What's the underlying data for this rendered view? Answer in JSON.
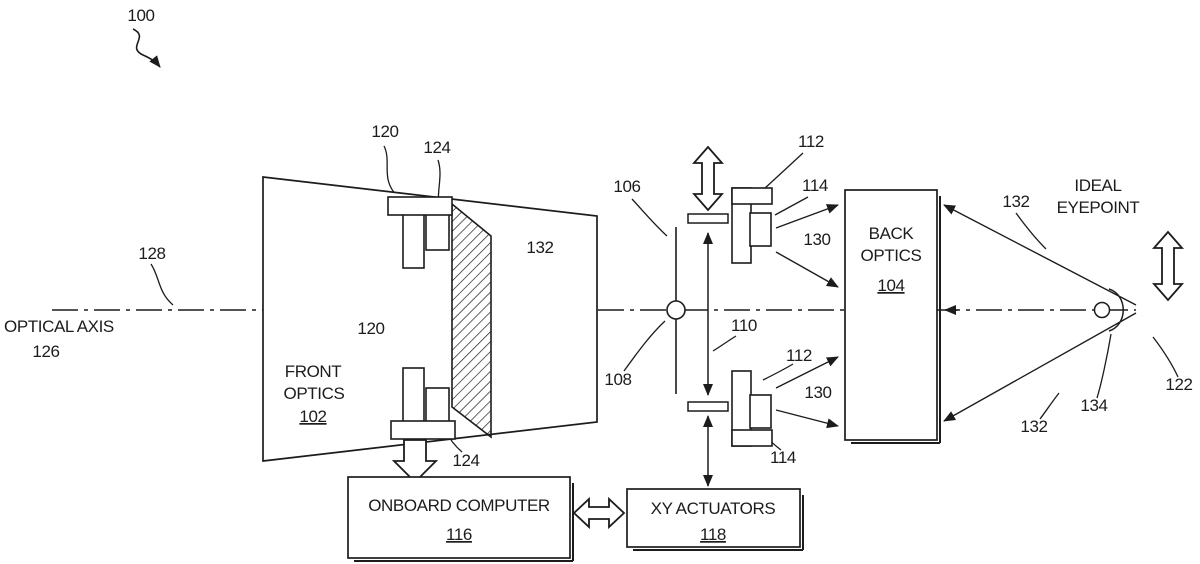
{
  "figure": {
    "ref": "100"
  },
  "optical_axis": {
    "label": "OPTICAL AXIS",
    "ref": "126"
  },
  "blocks": {
    "front_optics": {
      "line1": "FRONT",
      "line2": "OPTICS",
      "ref": "102"
    },
    "back_optics": {
      "line1": "BACK",
      "line2": "OPTICS",
      "ref": "104"
    },
    "onboard_computer": {
      "label": "ONBOARD COMPUTER",
      "ref": "116"
    },
    "xy_actuators": {
      "label": "XY ACTUATORS",
      "ref": "118"
    },
    "ideal_eyepoint": {
      "line1": "IDEAL",
      "line2": "EYEPOINT"
    }
  },
  "refs": {
    "r106": "106",
    "r108": "108",
    "r110": "110",
    "r112": "112",
    "r114": "114",
    "r120": "120",
    "r122": "122",
    "r124": "124",
    "r128": "128",
    "r130": "130",
    "r132": "132",
    "r134": "134"
  },
  "colors": {
    "ink": "#1c1c1c",
    "background": "#ffffff"
  }
}
